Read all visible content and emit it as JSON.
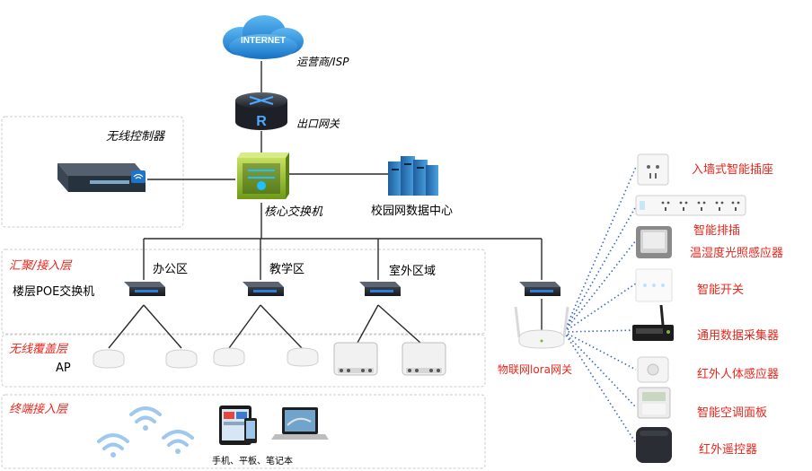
{
  "nodes": {
    "internet": "INTERNET",
    "isp": "运营商/ISP",
    "router_letter": "R",
    "gateway": "出口网关",
    "wireless_controller": "无线控制器",
    "core_switch": "核心交换机",
    "datacenter": "校园网数据中心",
    "office": "办公区",
    "teaching": "教学区",
    "outdoor": "室外区域",
    "floor_switch": "楼层POE交换机",
    "ap": "AP",
    "lora_gateway": "物联网lora网关",
    "terminals": "手机、平板、笔记本"
  },
  "layers": {
    "aggregation": "汇聚/接入层",
    "wireless": "无线覆盖层",
    "terminal": "终端接入层"
  },
  "iot_devices": [
    "入墙式智能插座",
    "智能排插",
    "温湿度光照感应器",
    "智能开关",
    "通用数据采集器",
    "红外人体感应器",
    "智能空调面板",
    "红外遥控器"
  ],
  "colors": {
    "label_red": "#e8261c",
    "cloud_blue": "#1e88d8",
    "router_dark": "#2b2f36",
    "switch_green": "#9ccc2a",
    "server_blue": "#2b78c0",
    "dotted_blue": "#3a64c8"
  }
}
